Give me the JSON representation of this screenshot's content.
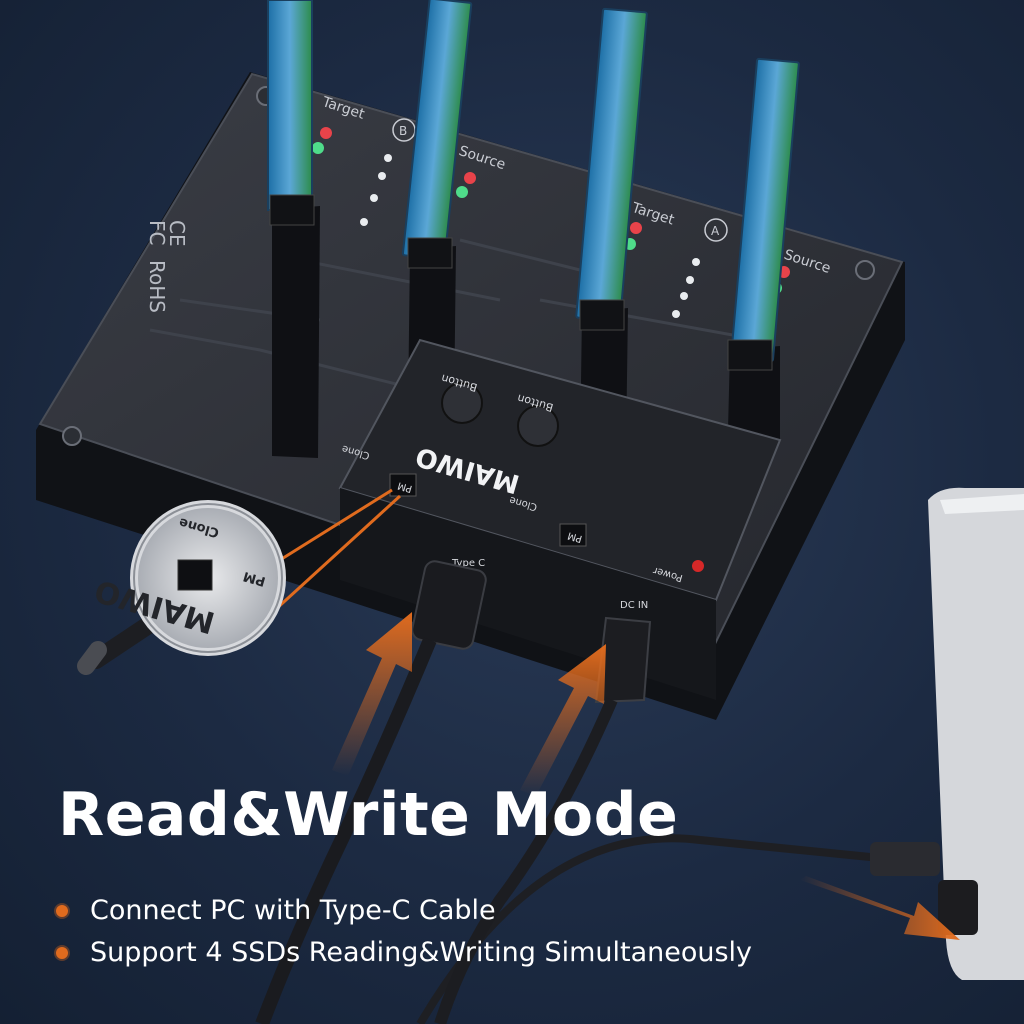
{
  "headline": "Read&Write Mode",
  "bullets": [
    "Connect PC with Type-C Cable",
    "Support 4 SSDs Reading&Writing Simultaneously"
  ],
  "device": {
    "brand": "MAIWO",
    "button_a": "Button",
    "button_b": "Button",
    "switch_label_pm": "PM",
    "switch_label_clone": "Clone",
    "port_typec": "Type C",
    "port_dc": "DC IN",
    "power_label": "Power",
    "slot_labels": [
      "Target",
      "Source",
      "Target",
      "Source"
    ],
    "badge_a": "A",
    "badge_b": "B",
    "cert_labels": [
      "CE",
      "FC",
      "RoHS"
    ]
  },
  "colors": {
    "accent": "#e06b1e",
    "background": "#1c2a42",
    "device_body": "#1b1e24"
  }
}
